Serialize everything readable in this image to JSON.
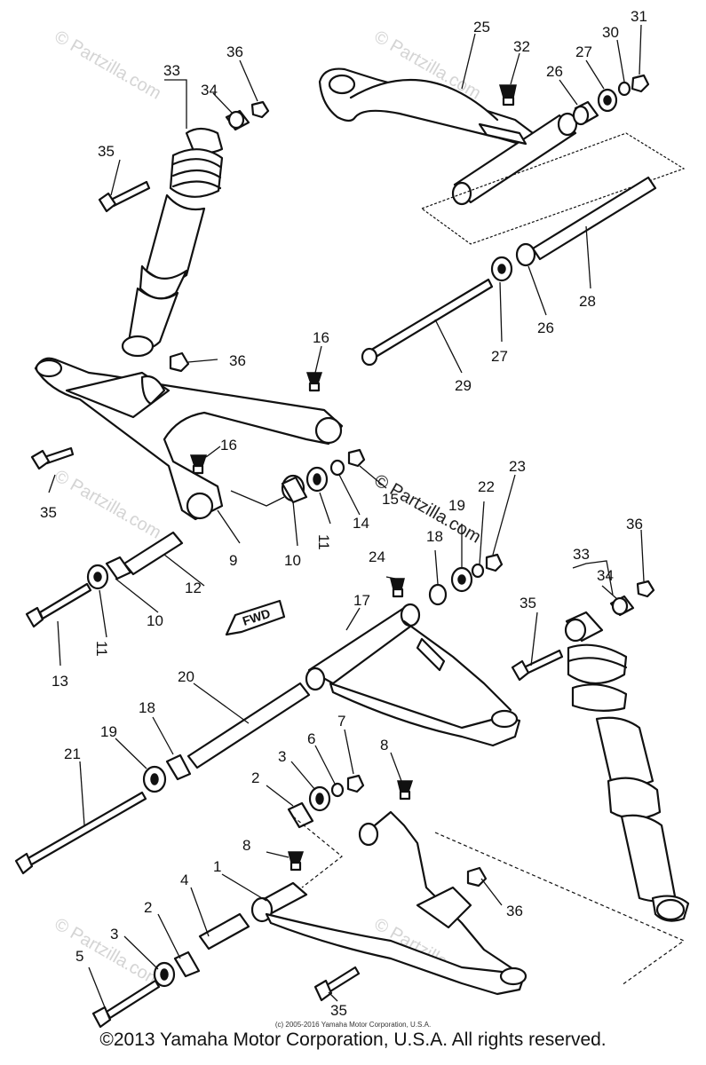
{
  "callouts": {
    "c1": "1",
    "c2a": "2",
    "c2b": "2",
    "c3a": "3",
    "c3b": "3",
    "c4": "4",
    "c5": "5",
    "c6": "6",
    "c7": "7",
    "c8a": "8",
    "c8b": "8",
    "c9": "9",
    "c10a": "10",
    "c10b": "10",
    "c11a": "11",
    "c11b": "11",
    "c12": "12",
    "c13": "13",
    "c14": "14",
    "c15": "15",
    "c16a": "16",
    "c16b": "16",
    "c17": "17",
    "c18a": "18",
    "c18b": "18",
    "c19a": "19",
    "c19b": "19",
    "c20": "20",
    "c21": "21",
    "c22": "22",
    "c23": "23",
    "c24": "24",
    "c25": "25",
    "c26a": "26",
    "c26b": "26",
    "c27a": "27",
    "c27b": "27",
    "c28": "28",
    "c29": "29",
    "c30": "30",
    "c31": "31",
    "c32": "32",
    "c33a": "33",
    "c33b": "33",
    "c34a": "34",
    "c34b": "34",
    "c35a": "35",
    "c35b": "35",
    "c35c": "35",
    "c35d": "35",
    "c36a": "36",
    "c36b": "36",
    "c36c": "36",
    "c36d": "36"
  },
  "fwd_label": "FWD",
  "watermark_text": "© Partzilla.com",
  "small_copyright": "(c) 2005-2016 Yamaha Motor Corporation, U.S.A.",
  "footer_copyright": "©2013 Yamaha Motor Corporation, U.S.A. All rights reserved."
}
